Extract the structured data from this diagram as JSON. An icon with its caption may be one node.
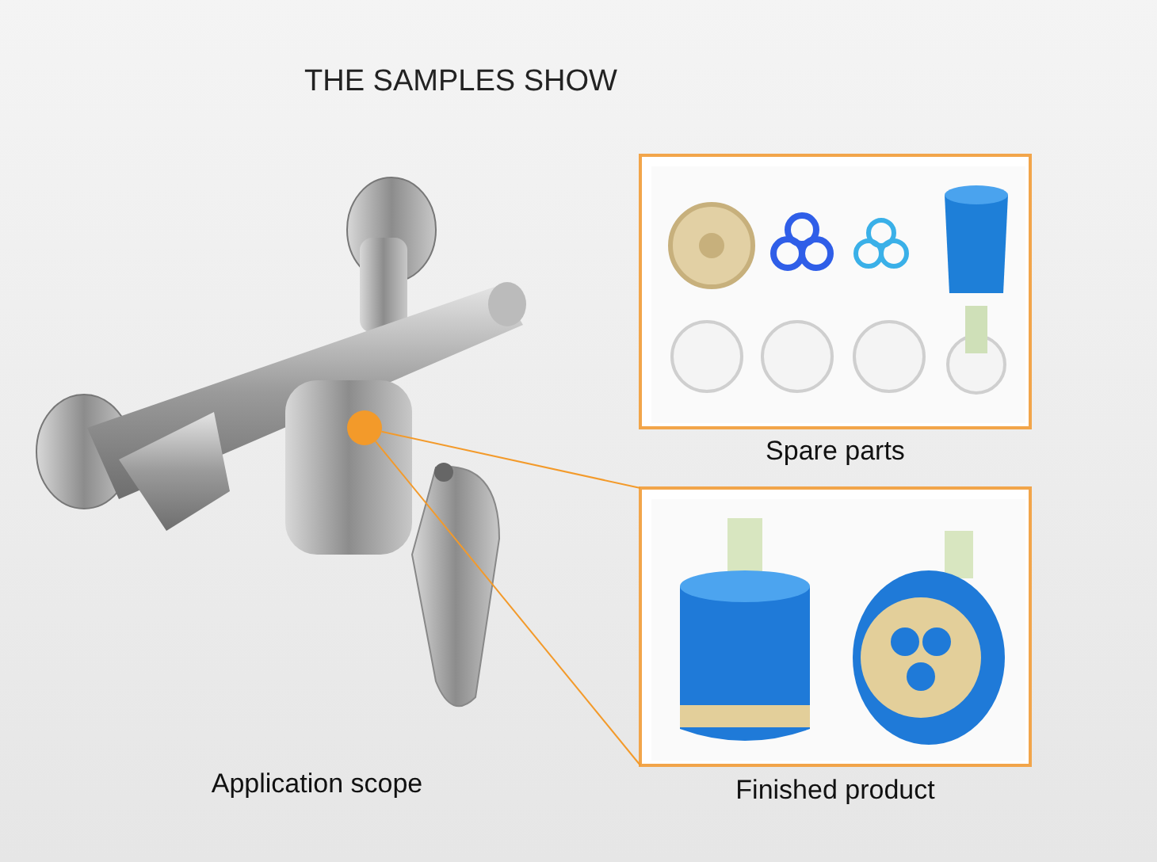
{
  "diagram": {
    "title": "THE SAMPLES SHOW",
    "nodes": [
      {
        "text": [],
        "shape": "picture",
        "beside": [
          "Application scope"
        ]
      },
      {
        "text": [],
        "shape": "circle",
        "in": 0
      },
      {
        "text": [],
        "shape": "picture",
        "beside": [
          "Spare parts"
        ]
      },
      {
        "text": [],
        "shape": "picture",
        "beside": [
          "Finished product"
        ]
      }
    ],
    "edges": [
      {
        "from": 1,
        "to": 3,
        "arrow": "none"
      },
      {
        "from": 1,
        "to": 3,
        "arrow": "none"
      }
    ]
  }
}
